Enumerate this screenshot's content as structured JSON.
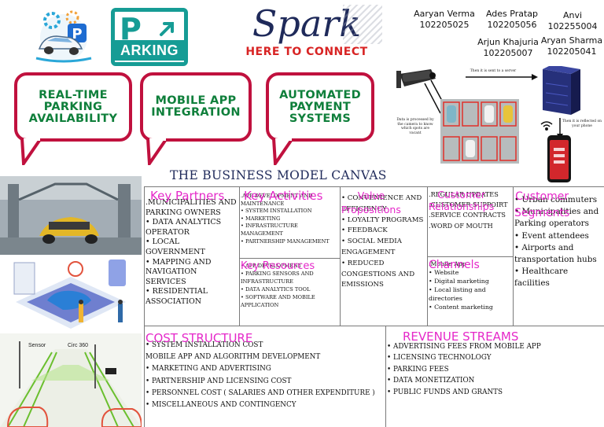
{
  "logos": {
    "parking_sign_letter": "P",
    "parking_sign_word": "ARKING"
  },
  "brand": {
    "title": "Spark",
    "tagline": "HERE TO CONNECT"
  },
  "members": [
    {
      "name": "Aaryan Verma",
      "id": "102205025"
    },
    {
      "name": "Ades Pratap",
      "id": "102205056"
    },
    {
      "name": "Anvi",
      "id": "102255004"
    },
    {
      "name": "Arjun Khajuria",
      "id": "102205007"
    },
    {
      "name": "Aryan Sharma",
      "id": "102205041"
    }
  ],
  "features": [
    "REAL-TIME\nPARKING\nAVAILABILITY",
    "MOBILE APP\nINTEGRATION",
    "AUTOMATED\nPAYMENT\nSYSTEMS"
  ],
  "diagram": {
    "sent_label": "Then it is sent to a server",
    "camera_note": "Data is processed by the camera to know which spots are vacant",
    "reflect_note": "Then it is reflected on your phone"
  },
  "left_images": {
    "sensor_label": "Sensor",
    "circ_label": "Circ 360"
  },
  "canvas": {
    "title": "THE BUSINESS MODEL CANVAS",
    "key_partners": {
      "heading": "Key Partners",
      "items": [
        ".MUNICIPALITIES AND\nPARKING OWNERS",
        "• DATA ANALYTICS\nOPERATOR",
        "• LOCAL GOVERNMENT",
        "• MAPPING AND\nNAVIGATION SERVICES",
        "• RESIDENTIAL\nASSOCIATION"
      ]
    },
    "key_activities": {
      "heading": "Key Activities",
      "items": [
        ".APP DEVELOPMENT AND\nMAINTENANCE",
        "• SYSTEM INSTALLATION",
        "• MARKETING",
        "• INFRASTRUCTURE MANAGEMENT",
        "• PARTNERSHIP MANAGEMENT"
      ]
    },
    "key_resources": {
      "heading": "Key Resources",
      "items": [
        "  • APP DEVELOPMENT",
        "  • PARKING SENSORS AND\nINFRASTRUCTURE",
        "  • DATA ANALYTICS TOOL",
        "  • SOFTWARE AND MOBILE\nAPPLICATION"
      ]
    },
    "value_propositions": {
      "heading": "Value\nPropositions",
      "items": [
        "• CONVENIENCE AND\nEFFICIENCY",
        "• LOYALTY PROGRAMS",
        "• FEEDBACK",
        "• SOCIAL MEDIA\nENGAGEMENT",
        "• REDUCED\nCONGESTIONS AND\nEMISSIONS"
      ]
    },
    "customer_relationships": {
      "heading": "Customer\nRelationships",
      "items": [
        ".REGULAR UPDATES",
        ".CUSTOMER SUPPOIRT",
        ".SERVICE CONTRACTS",
        ".WORD OF MOUTH"
      ]
    },
    "channels": {
      "heading": "Channels",
      "items": [
        ".Mobile App",
        "   •  Website",
        "   •  Digital marketing",
        "   •  Local listing and\ndirectories",
        "   •  Content marketing"
      ]
    },
    "customer_segments": {
      "heading": "Customer\nSegments",
      "items": [
        "• Urban commuters",
        "• Municipalities and\nParking operators",
        "• Event attendees",
        "• Airports and\ntransportation hubs",
        "• Healthcare facilities"
      ]
    },
    "cost_structure": {
      "heading": "COST STRUCTURE",
      "items": [
        "• SYSTEM INSTALLATION COST",
        "MOBILE APP AND ALGORITHM DEVELOPMENT",
        "• MARKETING AND ADVERTISING",
        "• PARTNERSHIP AND LICENSING COST",
        "• PERSONNEL COST ( SALARIES AND OTHER EXPENDITURE )",
        "• MISCELLANEOUS AND CONTINGENCY"
      ]
    },
    "revenue_streams": {
      "heading": "REVENUE STREAMS",
      "items": [
        "• ADVERTISING FEES FROM MOBILE APP",
        "• LICENSING TECHNOLOGY",
        "• PARKING FEES",
        "• DATA MONETIZATION",
        "• PUBLIC FUNDS AND GRANTS"
      ]
    }
  },
  "colors": {
    "heading": "#e528c9",
    "feature_text": "#0f7f3b",
    "bubble_border": "#c0113e",
    "brand_tag": "#d82424",
    "brand_title": "#1f2a5a",
    "parking_teal": "#169c95"
  }
}
